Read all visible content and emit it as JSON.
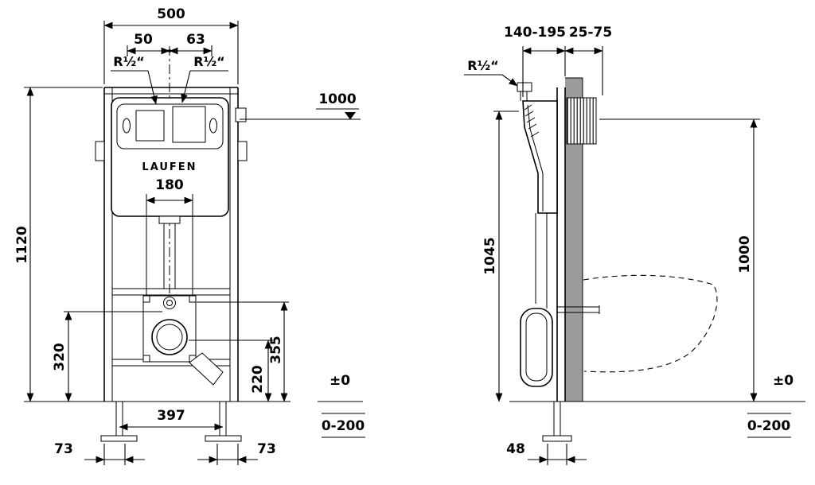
{
  "brand": "LAUFEN",
  "front": {
    "width": "500",
    "offset_left": "50",
    "offset_right": "63",
    "conn_left": "R½“",
    "conn_right": "R½“",
    "height_ref": "1000",
    "bolt_spacing": "180",
    "frame_height": "1120",
    "h320": "320",
    "h355": "355",
    "h220": "220",
    "level": "±0",
    "foot_span": "397",
    "foot_left": "73",
    "foot_right": "73",
    "adjust": "0-200"
  },
  "side": {
    "depth": "140-195",
    "plate": "25-75",
    "conn": "R½“",
    "h1045": "1045",
    "h1000": "1000",
    "level": "±0",
    "foot": "48",
    "adjust": "0-200"
  }
}
